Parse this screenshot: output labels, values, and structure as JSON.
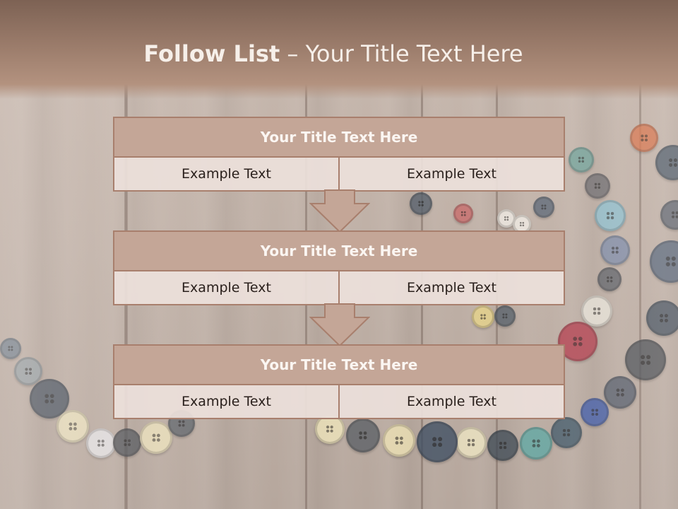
{
  "slide": {
    "title_bold": "Follow List",
    "title_rest": " – Your Title Text Here"
  },
  "steps": [
    {
      "title": "Your Title Text Here",
      "left": "Example Text",
      "right": "Example Text"
    },
    {
      "title": "Your Title Text Here",
      "left": "Example Text",
      "right": "Example Text"
    },
    {
      "title": "Your Title Text Here",
      "left": "Example Text",
      "right": "Example Text"
    }
  ],
  "colors": {
    "banner": "#9a7b6a",
    "block_title_fill": "#c4a697",
    "block_border": "#a87f6d",
    "cell_fill": "#ece0da",
    "arrow_fill": "#c4a697"
  },
  "background": {
    "description_icon": "wood-with-buttons-background"
  }
}
